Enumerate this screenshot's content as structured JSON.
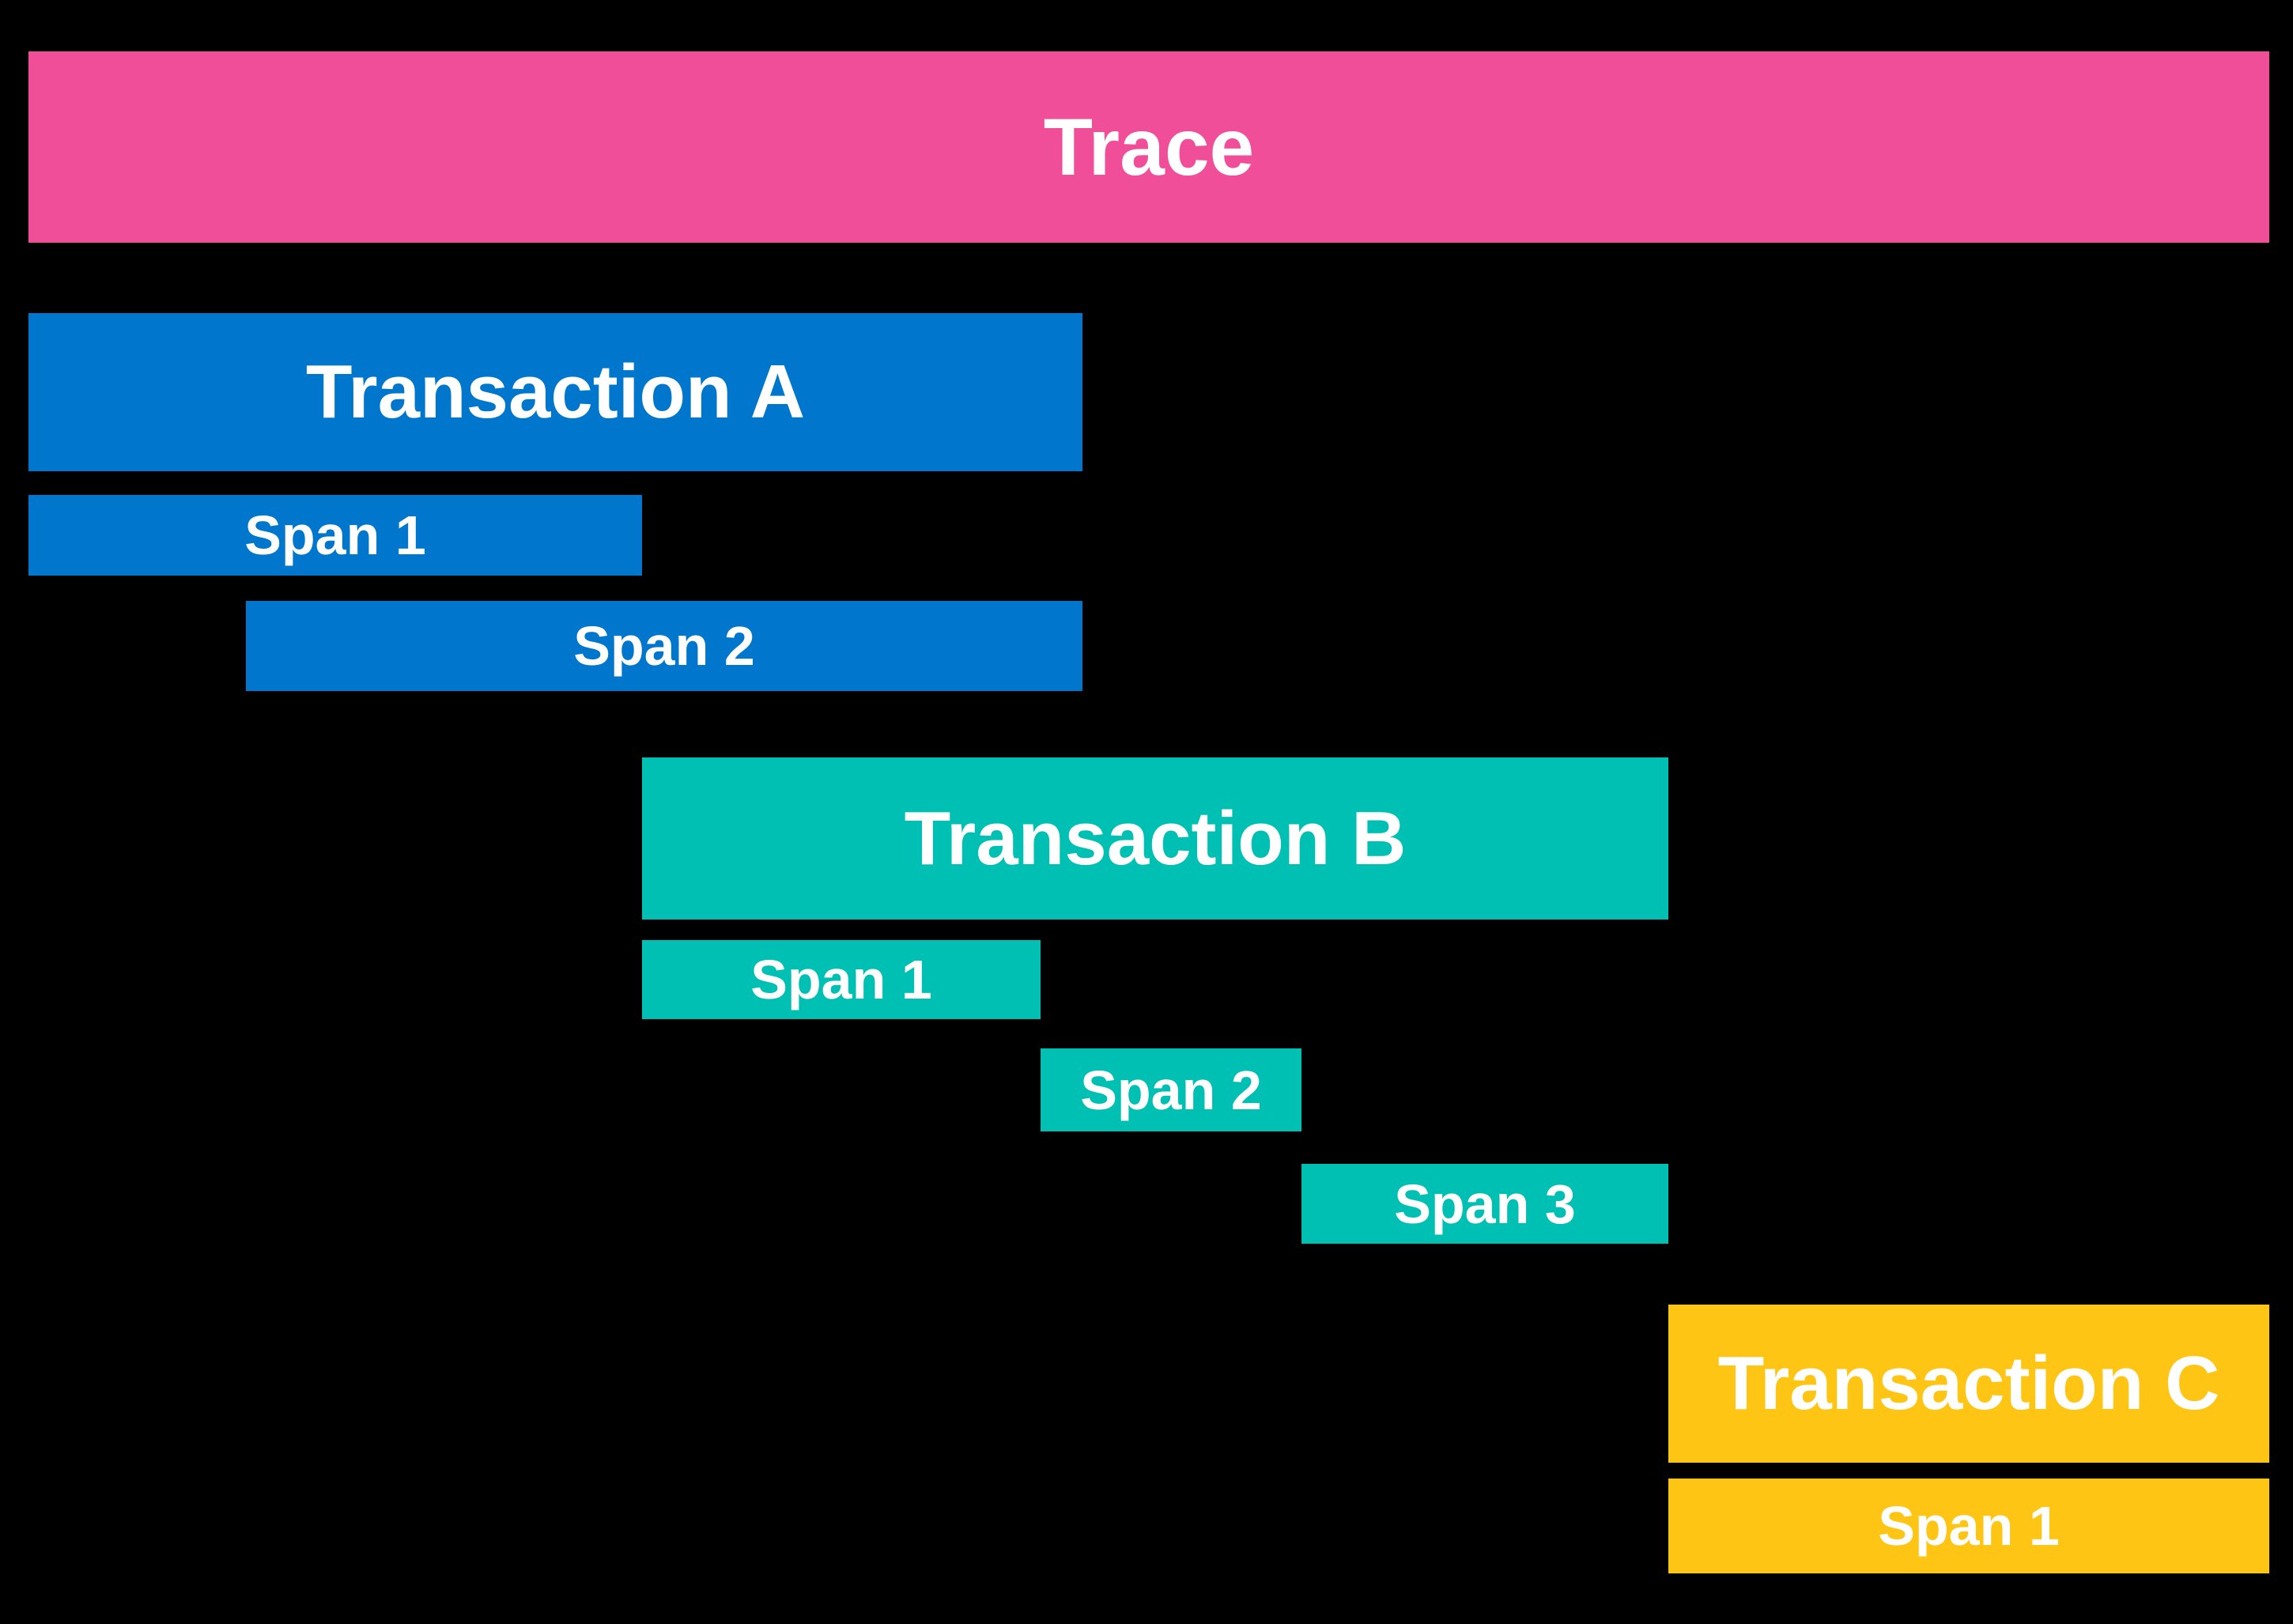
{
  "canvas": {
    "background": "#000000",
    "text_color": "#FFFFFF"
  },
  "colors": {
    "trace": "#F04E98",
    "transaction_a": "#0077CC",
    "transaction_b": "#00BFB3",
    "transaction_c": "#FEC514"
  },
  "diagram": {
    "type": "distributed-trace-waterfall",
    "trace": {
      "label": "Trace"
    },
    "transactions": [
      {
        "label": "Transaction A",
        "color": "#0077CC",
        "spans": [
          "Span 1",
          "Span 2"
        ]
      },
      {
        "label": "Transaction B",
        "color": "#00BFB3",
        "spans": [
          "Span 1",
          "Span 2",
          "Span 3"
        ]
      },
      {
        "label": "Transaction C",
        "color": "#FEC514",
        "spans": [
          "Span 1"
        ]
      }
    ]
  },
  "bars": [
    {
      "name": "trace",
      "label": "Trace",
      "color": "#F04E98"
    },
    {
      "name": "transaction-a",
      "label": "Transaction A",
      "color": "#0077CC"
    },
    {
      "name": "transaction-a-span-1",
      "label": "Span 1",
      "color": "#0077CC"
    },
    {
      "name": "transaction-a-span-2",
      "label": "Span 2",
      "color": "#0077CC"
    },
    {
      "name": "transaction-b",
      "label": "Transaction B",
      "color": "#00BFB3"
    },
    {
      "name": "transaction-b-span-1",
      "label": "Span 1",
      "color": "#00BFB3"
    },
    {
      "name": "transaction-b-span-2",
      "label": "Span 2",
      "color": "#00BFB3"
    },
    {
      "name": "transaction-b-span-3",
      "label": "Span 3",
      "color": "#00BFB3"
    },
    {
      "name": "transaction-c",
      "label": "Transaction C",
      "color": "#FEC514"
    },
    {
      "name": "transaction-c-span-1",
      "label": "Span 1",
      "color": "#FEC514"
    }
  ]
}
